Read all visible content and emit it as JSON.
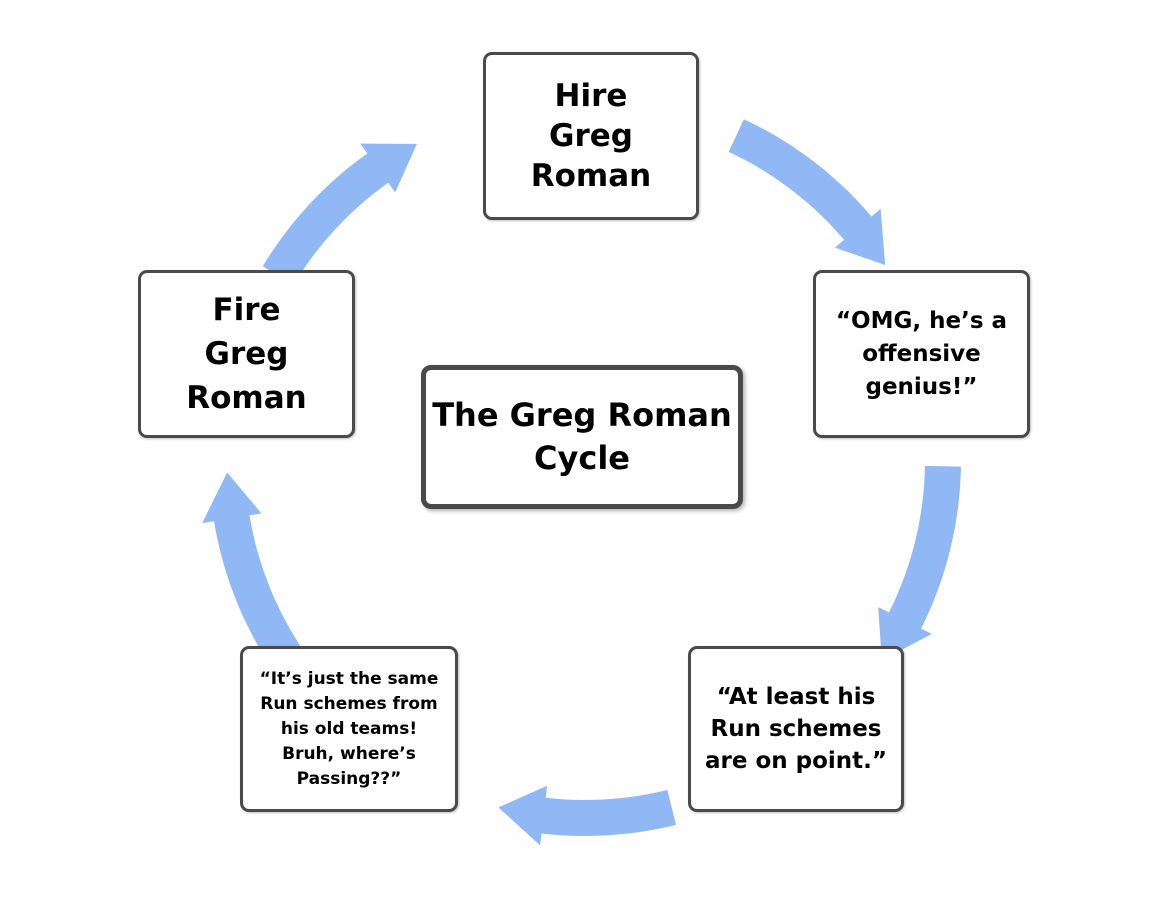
{
  "diagram": {
    "center_title": "The Greg Roman\nCycle",
    "nodes": [
      {
        "id": "hire",
        "text": "Hire\nGreg\nRoman"
      },
      {
        "id": "omg",
        "text": "“OMG, he’s a\noffensive\ngenius!”"
      },
      {
        "id": "atleast",
        "text": "“At least his\nRun schemes\nare on point.”"
      },
      {
        "id": "same",
        "text": "“It’s just the same\nRun schemes from\nhis old teams!\nBruh, where’s\nPassing??”"
      },
      {
        "id": "fire",
        "text": "Fire\nGreg\nRoman"
      }
    ],
    "edges": [
      {
        "from": "hire",
        "to": "omg"
      },
      {
        "from": "omg",
        "to": "atleast"
      },
      {
        "from": "atleast",
        "to": "same"
      },
      {
        "from": "same",
        "to": "fire"
      },
      {
        "from": "fire",
        "to": "hire"
      }
    ],
    "colors": {
      "arrow": "#8fb8f5",
      "box_border": "#4a4a4a",
      "text": "#000000",
      "background": "#ffffff"
    }
  }
}
